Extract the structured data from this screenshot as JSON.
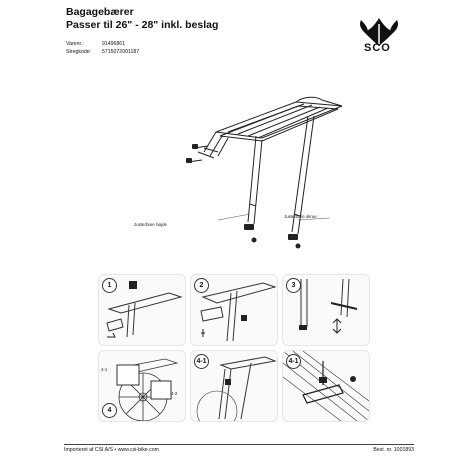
{
  "header": {
    "title": "Bagagebærer",
    "subtitle": "Passer til 26\" - 28\" inkl. beslag"
  },
  "meta": [
    {
      "label": "Varenr.:",
      "value": "91496861"
    },
    {
      "label": "Stregkode:",
      "value": "5715072001187"
    }
  ],
  "logo": {
    "text": "SCO",
    "icon": "tulip-logo-icon"
  },
  "callouts": {
    "adjustable_height": "Justerbare højde",
    "adjustable_screw": "Justerbare skrue"
  },
  "steps": [
    {
      "number": "1"
    },
    {
      "number": "2"
    },
    {
      "number": "3"
    },
    {
      "number": "4"
    },
    {
      "number": "4-1"
    },
    {
      "number": "4-1"
    }
  ],
  "inset_labels": {
    "a": "4-1",
    "b": "4-2"
  },
  "footer": {
    "left": "Importeret af CSI A/S  •  www.csi-bike.com",
    "right": "Best. nr. 1001893"
  }
}
